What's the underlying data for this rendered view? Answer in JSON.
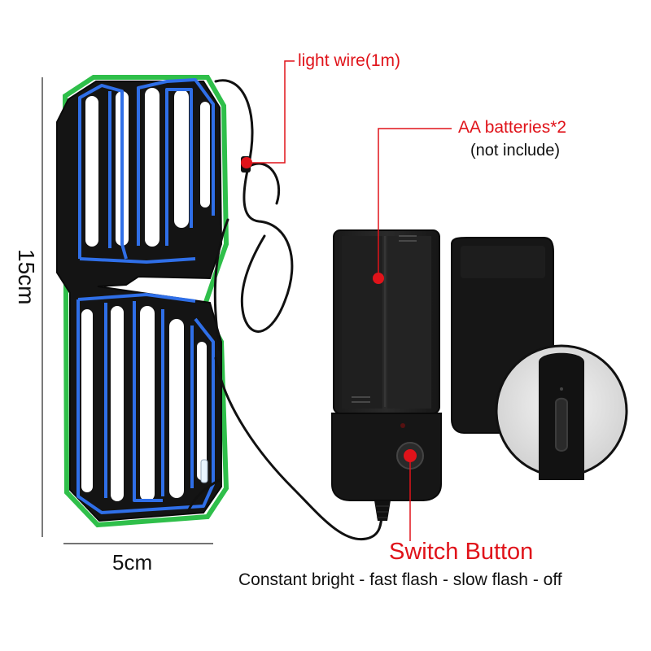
{
  "labels": {
    "light_wire": "light wire(1m)",
    "batteries": "AA batteries*2",
    "not_include": "(not include)",
    "height_dim": "15cm",
    "width_dim": "5cm",
    "switch_button": "Switch Button",
    "modes": "Constant bright - fast flash - slow flash - off"
  },
  "colors": {
    "callout_red": "#e0131a",
    "wire_blue": "#2f6fe8",
    "wire_green": "#2fbf4a",
    "frame_black": "#141414"
  }
}
